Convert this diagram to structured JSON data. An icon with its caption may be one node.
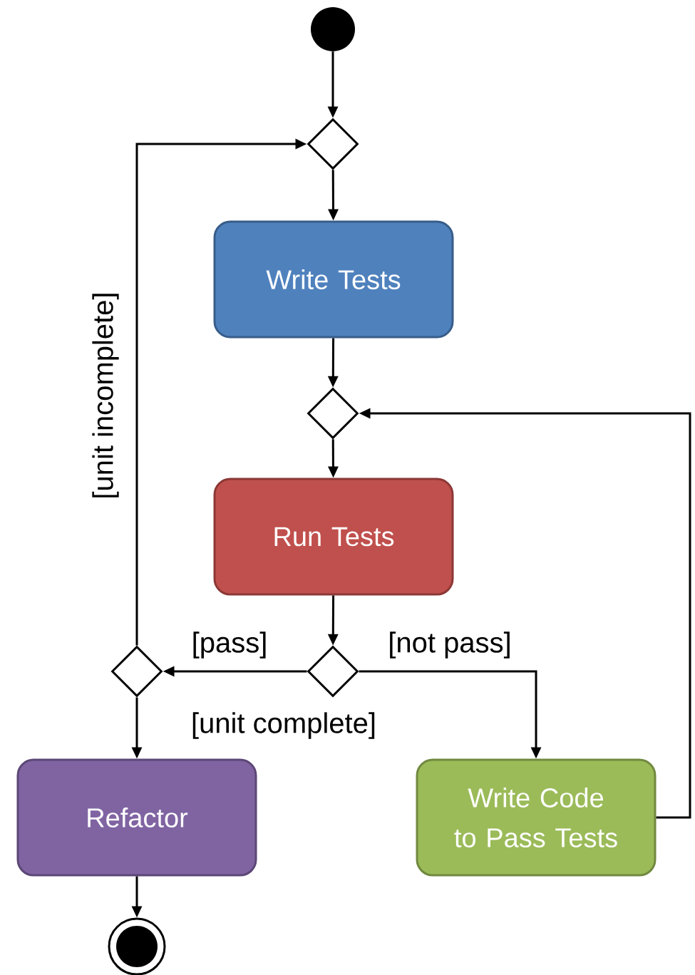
{
  "diagram": {
    "nodes": [
      {
        "text": [],
        "shape": "circle"
      },
      {
        "text": [],
        "shape": "diamond"
      },
      {
        "text": [
          "Write Tests"
        ]
      },
      {
        "text": [],
        "shape": "diamond"
      },
      {
        "text": [
          "Run Tests"
        ]
      },
      {
        "text": [],
        "shape": "diamond"
      },
      {
        "text": [],
        "shape": "diamond"
      },
      {
        "text": [
          "Refactor"
        ]
      },
      {
        "text": [
          "Write Code to Pass Tests"
        ]
      },
      {
        "text": [],
        "shape": "circle"
      }
    ],
    "edges": [
      {
        "from": 0,
        "to": 1,
        "arrow": "to"
      },
      {
        "from": 1,
        "to": 2,
        "arrow": "to"
      },
      {
        "from": 2,
        "to": 3,
        "arrow": "to"
      },
      {
        "from": 3,
        "to": 4,
        "arrow": "to"
      },
      {
        "from": 4,
        "to": 5,
        "arrow": "to"
      },
      {
        "from": 5,
        "to": 6,
        "arrow": "to",
        "label": "[pass]"
      },
      {
        "from": 5,
        "to": 8,
        "arrow": "to",
        "label": "[not pass]"
      },
      {
        "from": 6,
        "to": 7,
        "arrow": "to",
        "label": "[unit complete]"
      },
      {
        "from": 6,
        "to": 1,
        "arrow": "to",
        "label": "[unit incomplete]"
      },
      {
        "from": 8,
        "to": 3,
        "arrow": "to"
      },
      {
        "from": 7,
        "to": 9,
        "arrow": "to"
      }
    ]
  }
}
